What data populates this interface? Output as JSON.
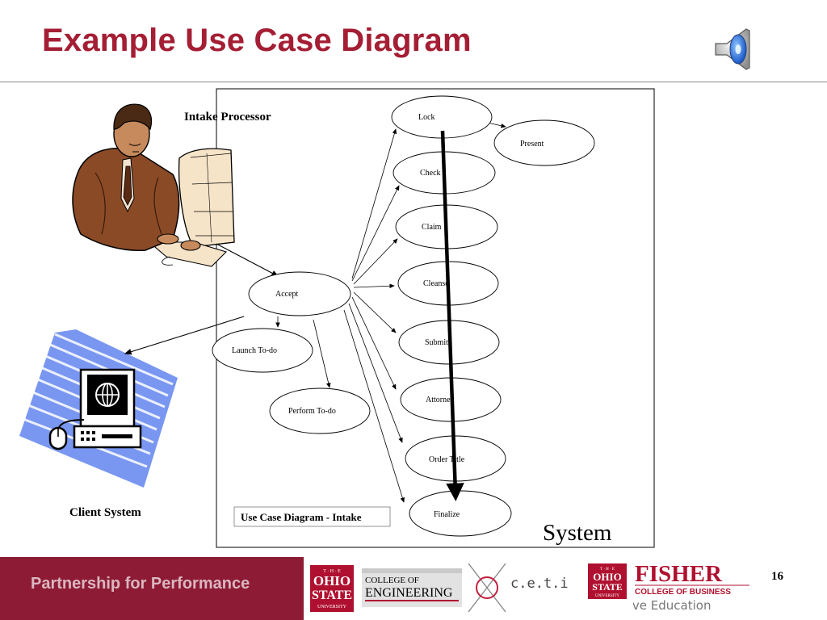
{
  "slide": {
    "title": "Example Use Case Diagram",
    "page_number": "16"
  },
  "diagram": {
    "actors": {
      "intake_processor": "Intake Processor",
      "client_system": "Client System"
    },
    "system_label": "System",
    "caption": "Use Case Diagram - Intake",
    "use_cases": {
      "lock": "Lock",
      "present": "Present",
      "check": "Check",
      "claim": "Claim",
      "cleanse": "Cleanse",
      "submit": "Submit",
      "attorney": "Attorney",
      "order_title": "Order Title",
      "finalize": "Finalize",
      "accept": "Accept",
      "launch_todo": "Launch To-do",
      "perform_todo": "Perform To-do"
    }
  },
  "footer": {
    "partnership": "Partnership for Performance",
    "logos": {
      "ohio_state_the": "T · H · E",
      "ohio_state_ohio": "OHIO",
      "ohio_state_state": "STATE",
      "ohio_state_univ": "UNIVERSITY",
      "college_of": "COLLEGE OF",
      "engineering": "ENGINEERING",
      "ceti": "c.e.t.i",
      "fisher": "FISHER",
      "college_of_business": "COLLEGE OF BUSINESS",
      "executive_education": "Executive Education"
    }
  },
  "colors": {
    "title": "#a41e34",
    "footer_band": "#8e1b35",
    "footer_text": "#d9b7c0"
  }
}
